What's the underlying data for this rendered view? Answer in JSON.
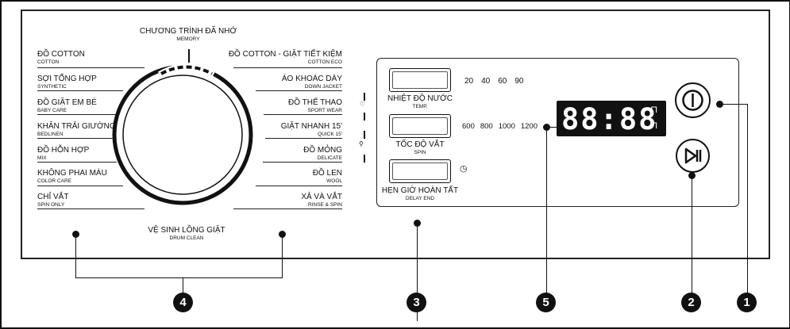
{
  "dial": {
    "memory": {
      "main": "CHƯƠNG TRÌNH ĐÃ NHỚ",
      "sub": "MEMORY"
    },
    "left": [
      {
        "main": "ĐỒ COTTON",
        "sub": "COTTON"
      },
      {
        "main": "SỢI TỔNG HỢP",
        "sub": "SYNTHETIC"
      },
      {
        "main": "ĐỒ GIẶT EM BÉ",
        "sub": "BABY CARE"
      },
      {
        "main": "KHĂN TRẢI GIƯỜNG",
        "sub": "BEDLINEN"
      },
      {
        "main": "ĐỒ HỖN HỢP",
        "sub": "MIX"
      },
      {
        "main": "KHÔNG PHAI MÀU",
        "sub": "COLOR CARE"
      },
      {
        "main": "CHỈ VẮT",
        "sub": "SPIN ONLY"
      }
    ],
    "right": [
      {
        "main": "ĐỒ COTTON - GIẶT TIẾT KIỆM",
        "sub": "COTTON ECO"
      },
      {
        "main": "ÁO KHOÁC DÀY",
        "sub": "DOWN JACKET"
      },
      {
        "main": "ĐỒ THỂ THAO",
        "sub": "SPORT WEAR"
      },
      {
        "main": "GIẶT NHANH 15'",
        "sub": "QUICK 15'"
      },
      {
        "main": "ĐỒ MỎNG",
        "sub": "DELICATE"
      },
      {
        "main": "ĐỒ LEN",
        "sub": "WOOL"
      },
      {
        "main": "XẢ VÀ VẮT",
        "sub": "RINSE & SPIN"
      }
    ],
    "drum_clean": {
      "main": "VỆ SINH LỒNG GIẶT",
      "sub": "DRUM CLEAN"
    }
  },
  "controls": {
    "temp": {
      "main": "NHIỆT ĐỘ NƯỚC",
      "sub": "TEMP.",
      "options": [
        "20",
        "40",
        "60",
        "90"
      ]
    },
    "spin": {
      "main": "TỐC ĐỘ VẮT",
      "sub": "SPIN",
      "options": [
        "600",
        "800",
        "1000",
        "1200"
      ]
    },
    "delay": {
      "main": "HẸN GIỜ HOÀN TẤT",
      "sub": "DELAY END"
    },
    "display_digits": "88:88"
  },
  "callouts": [
    "1",
    "2",
    "3",
    "4",
    "5"
  ],
  "icons": {
    "power": "power-icon",
    "start_pause": "play-pause-icon",
    "clock": "clock-icon",
    "lock": "lock-icon",
    "child_lock": "child-lock-icon",
    "heart": "heart-icon",
    "person": "person-icon"
  }
}
